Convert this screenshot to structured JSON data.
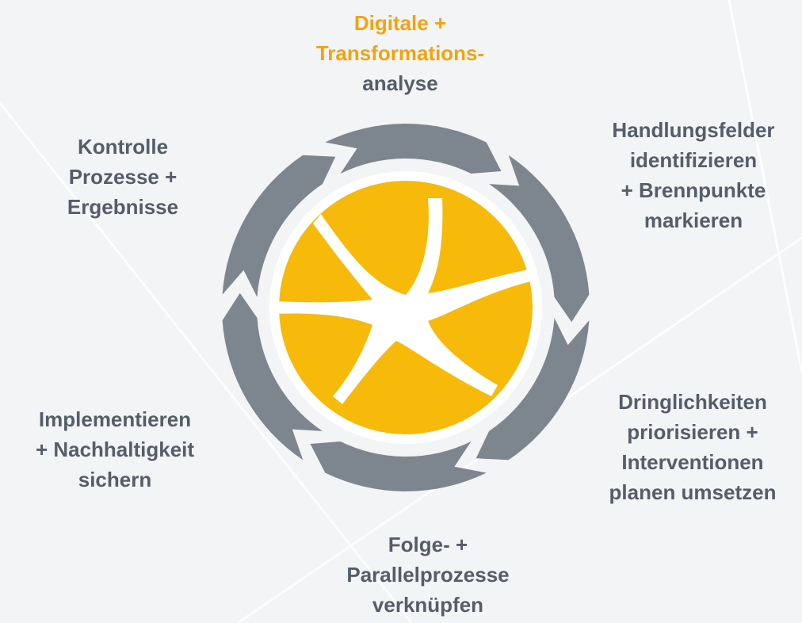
{
  "colors": {
    "accent": "#f2a310",
    "arrow_gray": "#7d858e",
    "hub_yellow": "#f7b90a",
    "text": "#545e6a"
  },
  "cycle": {
    "steps": [
      {
        "lines": [
          "Digitale +",
          "Transformations-",
          "analyse"
        ],
        "highlighted_lines": 2
      },
      {
        "lines": [
          "Handlungsfelder",
          "identifizieren",
          "+ Brennpunkte",
          "markieren"
        ]
      },
      {
        "lines": [
          "Dringlichkeiten",
          "priorisieren +",
          "Interventionen",
          "planen umsetzen"
        ]
      },
      {
        "lines": [
          "Folge- +",
          "Parallelprozesse",
          "verknüpfen"
        ]
      },
      {
        "lines": [
          "Implementieren",
          "+ Nachhaltigkeit",
          "sichern"
        ]
      },
      {
        "lines": [
          "Kontrolle",
          "Prozesse +",
          "Ergebnisse"
        ]
      }
    ]
  }
}
